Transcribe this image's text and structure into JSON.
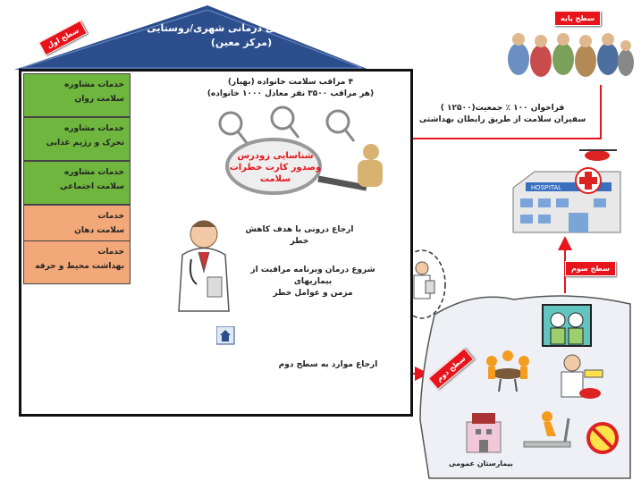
{
  "header": {
    "title_line1": "مرکز بهداشتی درمانی شهری/روستایی",
    "title_line2": "(مرکز معین)",
    "level1_badge": "سطح اول"
  },
  "services": [
    {
      "line1": "خدمات مشاوره",
      "line2": "سلامت روان",
      "color": "#6fb63e"
    },
    {
      "line1": "خدمات مشاوره",
      "line2": "تحرک و رژیم غذایی",
      "color": "#6fb63e"
    },
    {
      "line1": "خدمات مشاوره",
      "line2": "سلامت اجتماعی",
      "color": "#6fb63e"
    },
    {
      "line1": "خدمات",
      "line2": "سلامت دهان",
      "color": "#f2a878"
    },
    {
      "line1": "خدمات",
      "line2": "بهداشت محیط و حرفه",
      "color": "#f2a878"
    }
  ],
  "center": {
    "caregivers_line1": "۴ مراقب سلامت خانواده (بهیار)",
    "caregivers_line2": "(هر مراقب ۳۵۰۰ نفر معادل ۱۰۰۰ خانواده)",
    "screening_line1": "شناسایی زودرس",
    "screening_line2": "وصدور کارت خطرات",
    "screening_line3": "سلامت",
    "internal_referral": "ارجاع درونی با هدف کاهش خطر",
    "treatment_line1": "شروع درمان وبرنامه مراقبت از بیماریهای",
    "treatment_line2": "مزمن و عوامل خطر",
    "referral_level2": "ارجاع موارد به سطح دوم"
  },
  "base": {
    "badge": "سطح پایه",
    "call_line1": "فراخوان ۱۰۰ ٪ جمعیت(۱۲۵۰۰ )",
    "call_line2": "سفیران سلامت از طریق رابطان بهداشتی"
  },
  "level3": {
    "badge": "سطح سوم",
    "hospital_sign": "HOSPITAL"
  },
  "level2": {
    "badge": "سطح دوم",
    "clinic_label": "بیمارستان عمومی"
  },
  "colors": {
    "roof": "#2d4e8c",
    "arrow": "#e8141c",
    "green": "#6fb63e",
    "orange": "#f2a878"
  }
}
